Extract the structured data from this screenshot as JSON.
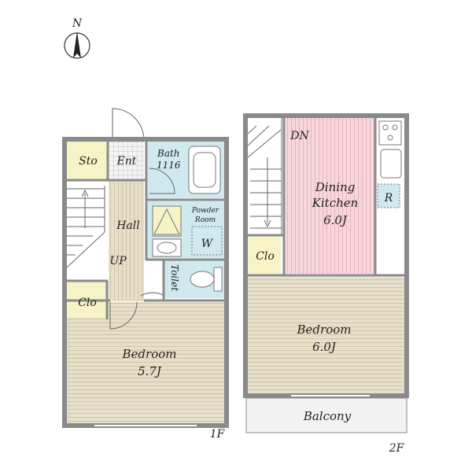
{
  "compass": {
    "north": "N"
  },
  "floor1": {
    "label": "1F",
    "rooms": {
      "storage": "Sto",
      "entrance": "Ent",
      "bath": "Bath",
      "bath_size": "1116",
      "powder": "Powder",
      "powder2": "Room",
      "washer": "W",
      "hall": "Hall",
      "up": "UP",
      "toilet": "Toilet",
      "closet": "Clo",
      "bedroom": "Bedroom",
      "bedroom_size": "5.7J"
    }
  },
  "floor2": {
    "label": "2F",
    "rooms": {
      "down": "DN",
      "dining": "Dining",
      "kitchen": "Kitchen",
      "dk_size": "6.0J",
      "fridge": "R",
      "closet": "Clo",
      "bedroom": "Bedroom",
      "bedroom_size": "6.0J",
      "balcony": "Balcony"
    }
  },
  "colors": {
    "wood": "#e6dfc9",
    "wood_line": "#cfc6a8",
    "wet": "#cfe9ef",
    "storage": "#f6f3c6",
    "dining": "#f7d7dc",
    "dining_line": "#e7b3bb",
    "balcony": "#f2f2f2",
    "wall": "#8a8a8a"
  }
}
